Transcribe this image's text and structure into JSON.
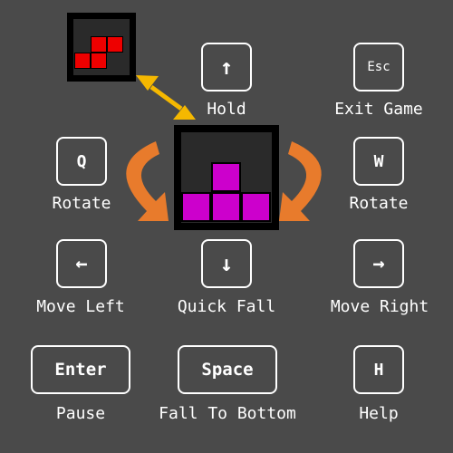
{
  "colors": {
    "background": "#4a4a4a",
    "hold_piece": "#ee0000",
    "current_piece": "#cc00cc",
    "arrow_hold": "#f5b800",
    "arrow_rotate": "#e87b2c"
  },
  "controls": {
    "hold": {
      "key": "↑",
      "label": "Hold"
    },
    "exit": {
      "key": "Esc",
      "label": "Exit Game"
    },
    "rotate_left": {
      "key": "Q",
      "label": "Rotate"
    },
    "rotate_right": {
      "key": "W",
      "label": "Rotate"
    },
    "move_left": {
      "key": "←",
      "label": "Move Left"
    },
    "quick_fall": {
      "key": "↓",
      "label": "Quick Fall"
    },
    "move_right": {
      "key": "→",
      "label": "Move Right"
    },
    "pause": {
      "key": "Enter",
      "label": "Pause"
    },
    "fall_to_bottom": {
      "key": "Space",
      "label": "Fall To Bottom"
    },
    "help": {
      "key": "H",
      "label": "Help"
    }
  },
  "icons": {
    "hold_swap": "double-arrow-icon",
    "rotate_ccw": "curved-arrow-left-icon",
    "rotate_cw": "curved-arrow-right-icon",
    "hold_piece": "s-tetromino-icon",
    "current_piece": "t-tetromino-icon"
  }
}
